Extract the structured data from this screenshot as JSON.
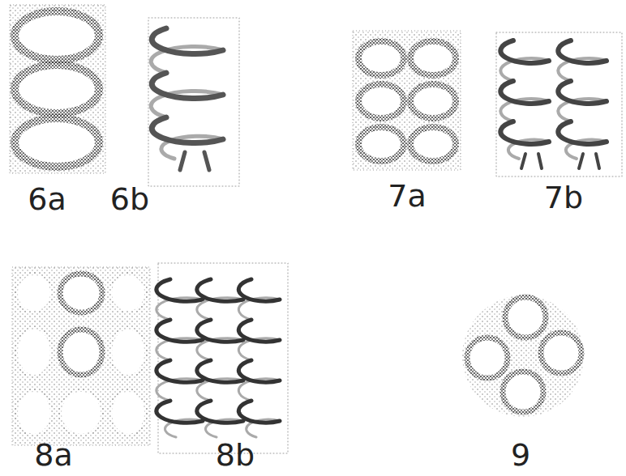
{
  "diagram": {
    "labels": [
      "6a",
      "6b",
      "7a",
      "7b",
      "8a",
      "8b",
      "9"
    ]
  }
}
